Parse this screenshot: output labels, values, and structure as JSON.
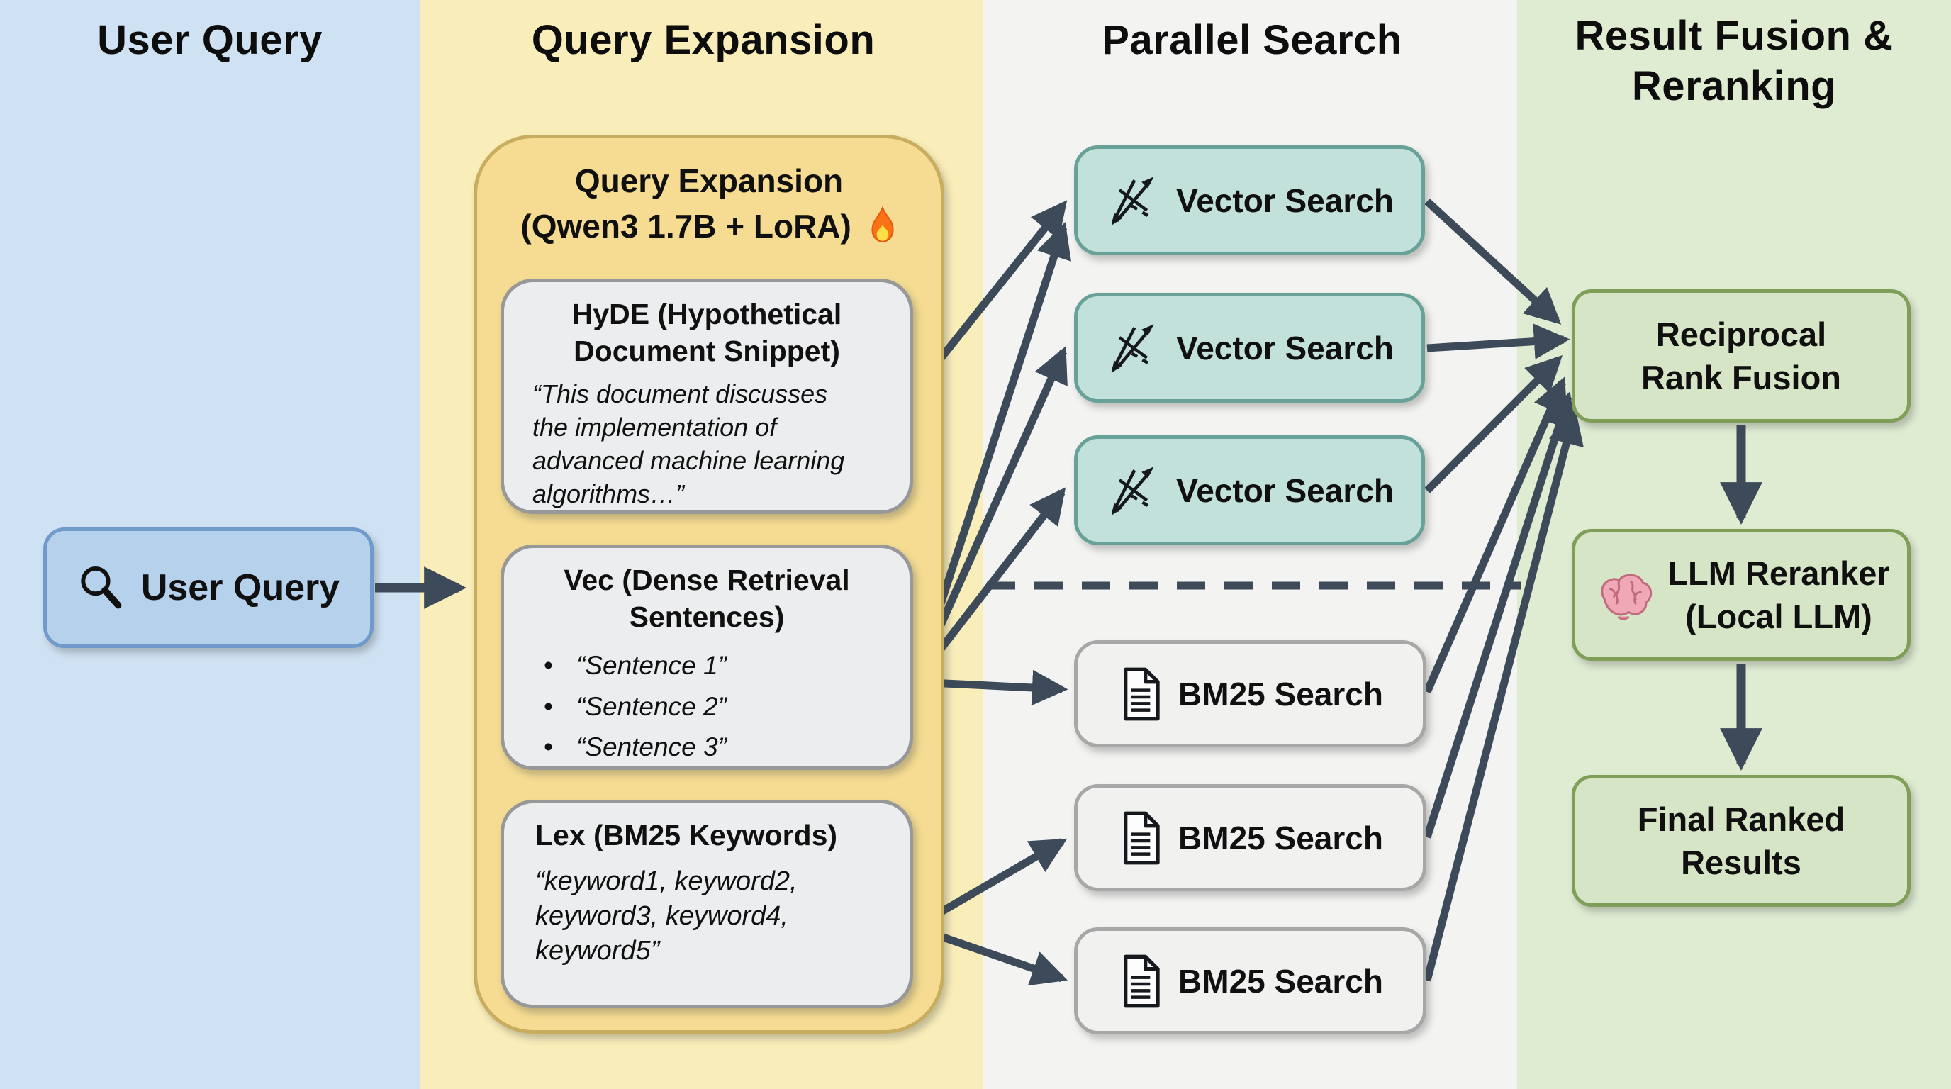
{
  "columns": {
    "user_query": {
      "title": "User Query",
      "bg": "#cfe2f3"
    },
    "query_expansion": {
      "title": "Query Expansion",
      "bg": "#f9edb9"
    },
    "parallel_search": {
      "title": "Parallel Search",
      "bg": "#f3f3f1"
    },
    "result_fusion": {
      "title_lines": [
        "Result Fusion &",
        "Reranking"
      ],
      "bg": "#dfecd2"
    }
  },
  "nodes": {
    "user_query": {
      "label": "User Query",
      "icon": "magnifier-search"
    },
    "qe_group": {
      "title_lines": [
        "Query Expansion",
        "(Qwen3 1.7B + LoRA)"
      ],
      "icon": "flame"
    },
    "hyde": {
      "title_lines": [
        "HyDE (Hypothetical",
        "Document Snippet)"
      ],
      "body": "“This document discusses the implementation of advanced machine learning algorithms…”"
    },
    "vec": {
      "title_lines": [
        "Vec (Dense Retrieval",
        "Sentences)"
      ],
      "bullets": [
        "“Sentence 1”",
        "“Sentence 2”",
        "“Sentence 3”"
      ]
    },
    "lex": {
      "title": "Lex (BM25 Keywords)",
      "body": "“keyword1, keyword2, keyword3, keyword4, keyword5”"
    },
    "vector_search_1": {
      "label": "Vector Search",
      "icon": "vector-arrows"
    },
    "vector_search_2": {
      "label": "Vector Search",
      "icon": "vector-arrows"
    },
    "vector_search_3": {
      "label": "Vector Search",
      "icon": "vector-arrows"
    },
    "bm25_search_1": {
      "label": "BM25 Search",
      "icon": "document"
    },
    "bm25_search_2": {
      "label": "BM25 Search",
      "icon": "document"
    },
    "bm25_search_3": {
      "label": "BM25 Search",
      "icon": "document"
    },
    "rrf": {
      "title_lines": [
        "Reciprocal",
        "Rank Fusion"
      ]
    },
    "llm_reranker": {
      "title_lines": [
        "LLM Reranker",
        "(Local LLM)"
      ],
      "icon": "brain"
    },
    "final_results": {
      "title_lines": [
        "Final Ranked",
        "Results"
      ]
    }
  },
  "colors": {
    "arrow": "#3c4a5a",
    "col_user_bg": "#cfe2f3",
    "col_qe_bg": "#f9edb9",
    "col_parallel_bg": "#f3f3f1",
    "col_fusion_bg": "#dfecd2",
    "user_query_fill": "#b5d1ec",
    "user_query_border": "#6f9ac9",
    "qe_fill": "#f5dc92",
    "qe_border": "#c9ad5f",
    "inner_fill": "#ebedee",
    "inner_border": "#989898",
    "vector_fill": "#c2e1da",
    "vector_border": "#67a198",
    "bm25_fill": "#f1f1ef",
    "bm25_border": "#a7a7a7",
    "green_fill": "#d6e5c6",
    "green_border": "#7f9e58"
  }
}
